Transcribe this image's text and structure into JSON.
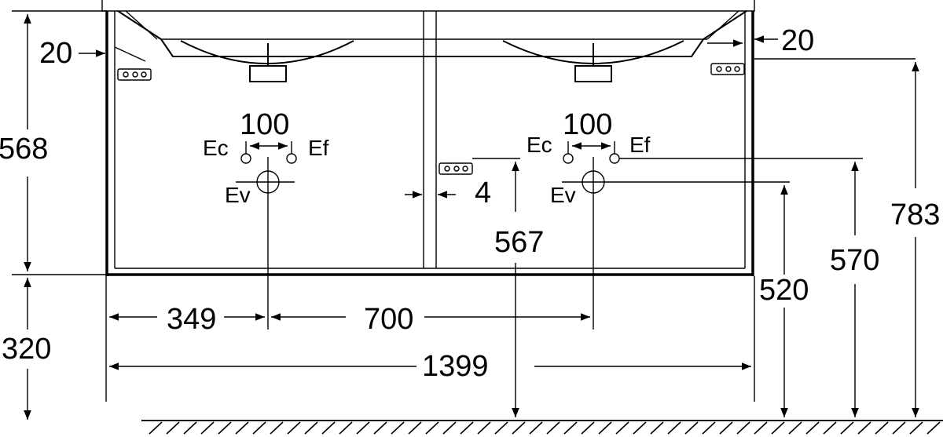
{
  "dimensions": {
    "left_top_height": "568",
    "left_bottom_height": "320",
    "side_gap_left": "20",
    "side_gap_right": "20",
    "tap_spacing_left": "100",
    "tap_spacing_right": "100",
    "center_gap": "4",
    "drain_height_center": "567",
    "drain_height_right": "520",
    "supply_height_right": "570",
    "total_height_right": "783",
    "left_offset": "349",
    "drain_spacing": "700",
    "total_width": "1399"
  },
  "labels": {
    "hot_left": "Ec",
    "cold_left": "Ef",
    "drain_left": "Ev",
    "hot_right": "Ec",
    "cold_right": "Ef",
    "drain_right": "Ev"
  }
}
